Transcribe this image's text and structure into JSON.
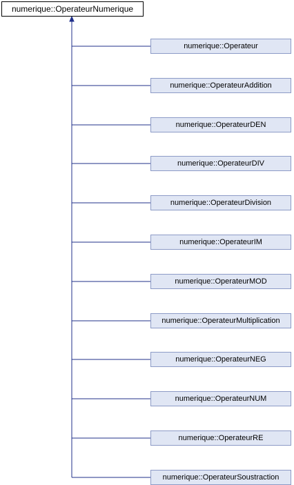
{
  "diagram": {
    "base_class": "numerique::OperateurNumerique",
    "derived_classes": [
      "numerique::Operateur",
      "numerique::OperateurAddition",
      "numerique::OperateurDEN",
      "numerique::OperateurDIV",
      "numerique::OperateurDivision",
      "numerique::OperateurIM",
      "numerique::OperateurMOD",
      "numerique::OperateurMultiplication",
      "numerique::OperateurNEG",
      "numerique::OperateurNUM",
      "numerique::OperateurRE",
      "numerique::OperateurSoustraction"
    ],
    "colors": {
      "edge": "#1f2f8a",
      "derived_fill": "#e0e6f4",
      "derived_border": "#8c9ac6",
      "base_border": "#000000"
    }
  }
}
